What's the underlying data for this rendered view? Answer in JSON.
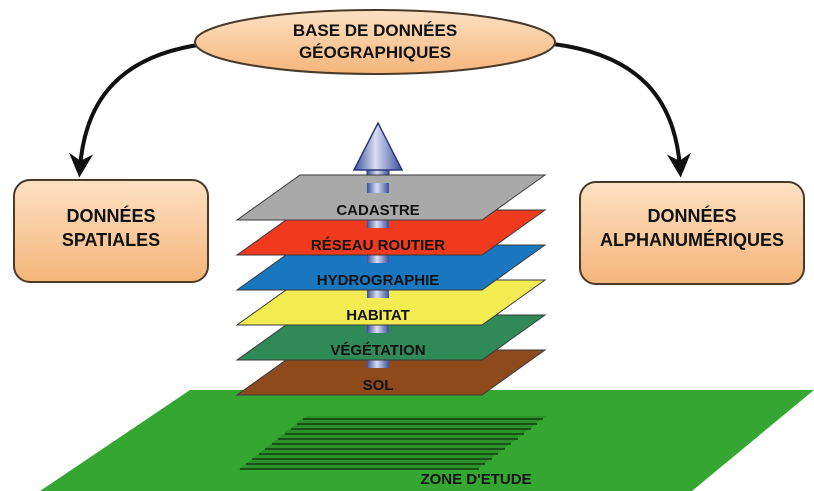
{
  "center_node": {
    "line1": "BASE DE DONNÉES",
    "line2": "GÉOGRAPHIQUES"
  },
  "left_node": {
    "line1": "DONNÉES",
    "line2": "SPATIALES"
  },
  "right_node": {
    "line1": "DONNÉES",
    "line2": "ALPHANUMÉRIQUES"
  },
  "layers": [
    {
      "label": "CADASTRE",
      "color": "#a9a9a9"
    },
    {
      "label": "RÉSEAU ROUTIER",
      "color": "#f03a1e"
    },
    {
      "label": "HYDROGRAPHIE",
      "color": "#1877bf"
    },
    {
      "label": "HABITAT",
      "color": "#f2ec52"
    },
    {
      "label": "VÉGÉTATION",
      "color": "#2f8a57"
    },
    {
      "label": "SOL",
      "color": "#8f4a1c"
    }
  ],
  "ground": {
    "label": "ZONE D'ETUDE",
    "color": "#36a632"
  },
  "colors": {
    "node_fill": "#f7c38f",
    "node_stroke": "#4a3a2a",
    "arrow": "#111111",
    "shaft": "#3a4fa0"
  },
  "icons": {
    "flow_arrows": "curved-arrow-icon",
    "stack_arrow": "up-arrow-icon"
  }
}
